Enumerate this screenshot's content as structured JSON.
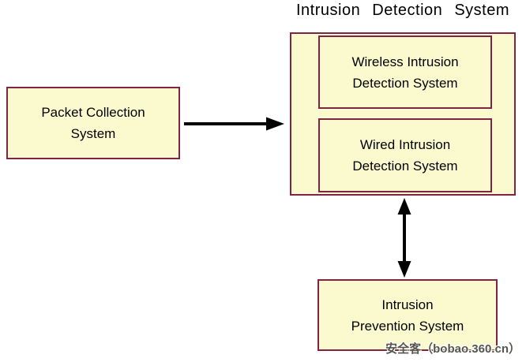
{
  "title": "Intrusion Detection System",
  "nodes": {
    "packet_collection": {
      "line1": "Packet Collection",
      "line2": "System"
    },
    "wireless_ids": {
      "line1": "Wireless Intrusion",
      "line2": "Detection System"
    },
    "wired_ids": {
      "line1": "Wired Intrusion",
      "line2": "Detection System"
    },
    "ips": {
      "line1": "Intrusion",
      "line2": "Prevention System"
    }
  },
  "watermark": "安全客（bobao.360.cn）",
  "colors": {
    "box_fill": "#FBFACF",
    "box_border": "#802345",
    "arrow": "#000000",
    "watermark_text": "#55554D"
  }
}
